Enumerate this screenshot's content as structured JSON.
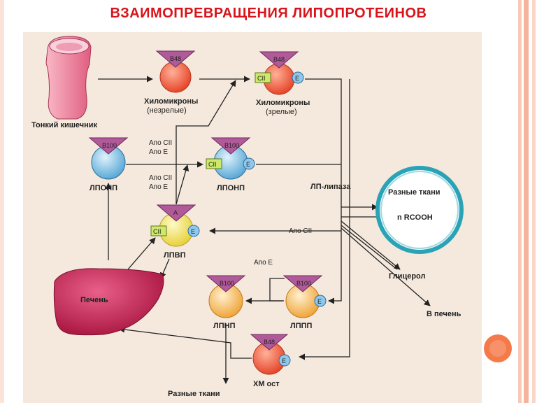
{
  "title": "ВЗАИМОПРЕВРАЩЕНИЯ ЛИПОПРОТЕИНОВ",
  "colors": {
    "title": "#d8141a",
    "arrow": "#222222",
    "panel": "#f5e9dd"
  },
  "nodes": {
    "intestine": "Тонкий кишечник",
    "cm_immature_1": "Хиломикроны",
    "cm_immature_2": "(незрелые)",
    "cm_mature_1": "Хиломикроны",
    "cm_mature_2": "(зрелые)",
    "vldl_1": "ЛПОНП",
    "vldl_2": "ЛПОНП",
    "hdl": "ЛПВП",
    "liver": "Печень",
    "ldl": "ЛПНП",
    "idl": "ЛППП",
    "cm_rem": "ХМ ост",
    "tissues_circle": "Разные ткани",
    "rcooh": "n  RCOOH",
    "glycerol": "Глицерол",
    "to_liver": "В печень",
    "tissues_bottom": "Разные ткани",
    "lp_lipase": "ЛП-липаза"
  },
  "proteins": {
    "b48": "B48",
    "b100": "B100",
    "a": "A",
    "cii": "CII",
    "e": "E"
  },
  "transfers": {
    "apo_cii_1": "Апо CII",
    "apo_e_1": "Апо E",
    "apo_cii_2": "Апо CII",
    "apo_e_2": "Апо E",
    "apo_cii_3": "Апо CII",
    "apo_e_3": "Апо E"
  }
}
